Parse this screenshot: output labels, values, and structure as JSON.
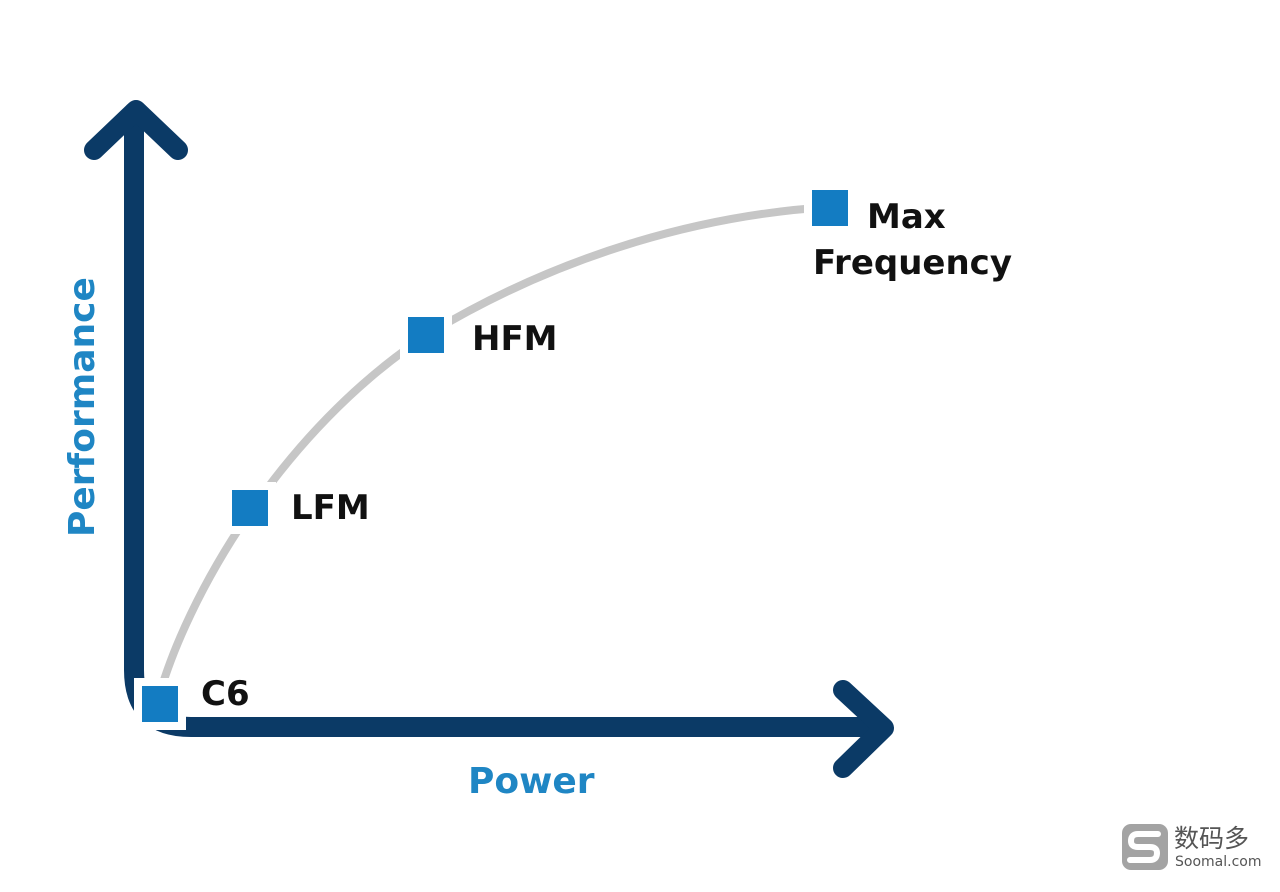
{
  "axes": {
    "x_label": "Power",
    "y_label": "Performance",
    "axis_color": "#0b3a66",
    "label_color": "#1f86c4"
  },
  "curve_color": "#c6c6c6",
  "marker_color": "#137cc2",
  "points": [
    {
      "label": "C6"
    },
    {
      "label": "LFM"
    },
    {
      "label": "HFM"
    },
    {
      "label_line1": "Max",
      "label_line2": "Frequency"
    }
  ],
  "watermark": {
    "name": "数码多",
    "domain": "Soomal.com",
    "icon": "soomal-logo-icon"
  }
}
